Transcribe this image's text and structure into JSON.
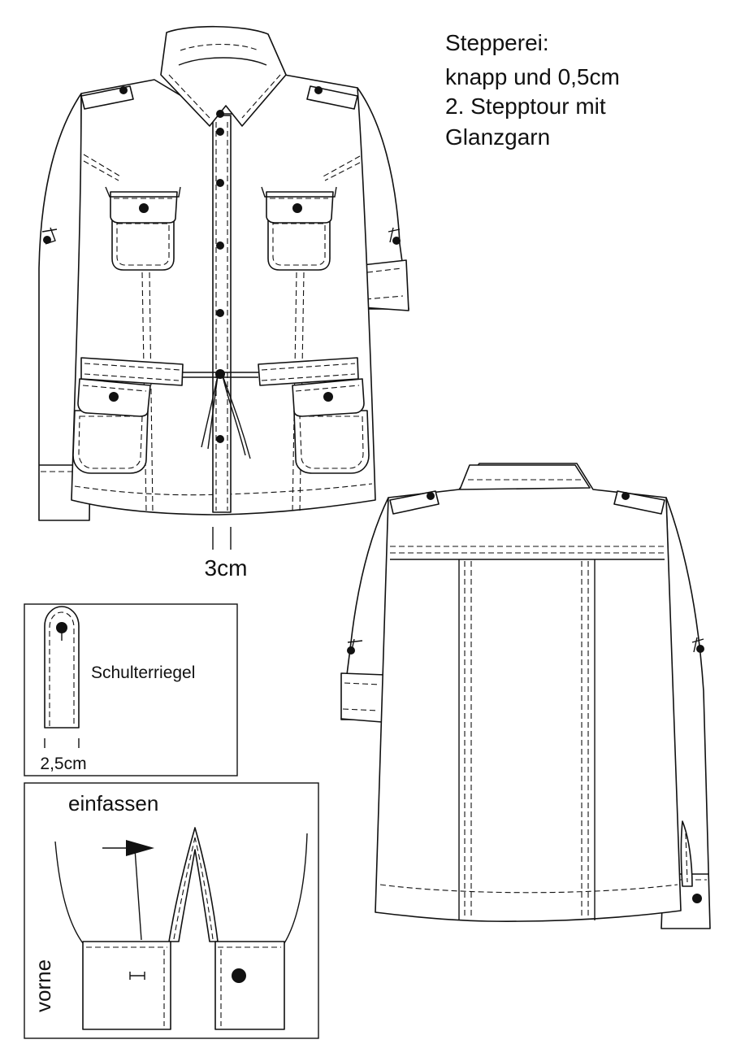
{
  "notes": {
    "line1": "Stepperei:",
    "line2": "knapp und 0,5cm",
    "line3": "2. Stepptour mit",
    "line4": "Glanzgarn"
  },
  "front_view": {
    "placket_width_label": "3cm"
  },
  "detail_shoulder_tab": {
    "title": "Schulterriegel",
    "width_label": "2,5cm"
  },
  "detail_cuff": {
    "title": "einfassen",
    "side_label": "vorne"
  },
  "colors": {
    "line": "#111111",
    "background": "#ffffff"
  }
}
